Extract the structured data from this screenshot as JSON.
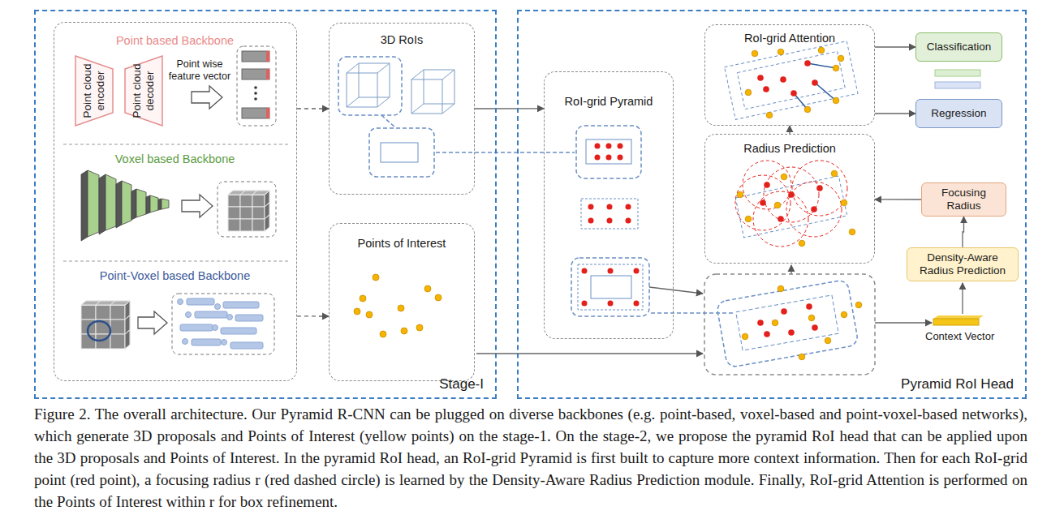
{
  "diagram": {
    "caption": "Figure 2. The overall architecture. Our Pyramid R-CNN can be plugged on diverse backbones (e.g. point-based, voxel-based and point-voxel-based networks), which generate 3D proposals and Points of Interest (yellow points) on the stage-1. On the stage-2, we propose the pyramid RoI head that can be applied upon the 3D proposals and Points of Interest. In the pyramid RoI head, an RoI-grid Pyramid is first built to capture more context information. Then for each RoI-grid point (red point), a focusing radius r (red dashed circle) is learned by the Density-Aware Radius Prediction module. Finally, RoI-grid Attention is performed on the Points of Interest within r for box refinement.",
    "nodes": [
      {
        "text": [
          "Stage-I"
        ]
      },
      {
        "text": [
          "Point based Backbone",
          "Point wise feature vector",
          "Voxel based Backbone",
          "Point-Voxel based Backbone"
        ],
        "in": 0
      },
      {
        "text": [
          "Point cloud encoder"
        ],
        "in": 1
      },
      {
        "text": [
          "Point cloud decoder"
        ],
        "in": 1
      },
      {
        "text": [
          "3D RoIs"
        ],
        "in": 0
      },
      {
        "text": [
          "Points of Interest"
        ],
        "in": 0
      },
      {
        "text": [
          "Pyramid RoI Head"
        ]
      },
      {
        "text": [
          "RoI-grid Pyramid"
        ],
        "in": 6
      },
      {
        "text": [
          "RoI-grid Attention"
        ],
        "in": 6
      },
      {
        "text": [
          "Radius Prediction"
        ],
        "in": 6
      },
      {
        "text": [
          "Density-Aware Radius Prediction"
        ],
        "in": 6
      },
      {
        "text": [
          "Focusing Radius"
        ],
        "in": 6
      },
      {
        "text": [
          "Classification"
        ],
        "in": 6
      },
      {
        "text": [
          "Regression"
        ],
        "in": 6
      }
    ],
    "edges": [
      {
        "from": 1,
        "to": 4,
        "arrow": "to"
      },
      {
        "from": 1,
        "to": 5,
        "arrow": "to"
      },
      {
        "from": 4,
        "to": 7,
        "arrow": "to"
      },
      {
        "from": 10,
        "to": 11,
        "arrow": "to"
      },
      {
        "from": 11,
        "to": 9,
        "arrow": "to"
      },
      {
        "from": 9,
        "to": 8,
        "arrow": "to"
      },
      {
        "from": 8,
        "to": 12,
        "arrow": "to"
      },
      {
        "from": 8,
        "to": 13,
        "arrow": "to"
      }
    ],
    "labels": [
      "Context Vector"
    ]
  }
}
